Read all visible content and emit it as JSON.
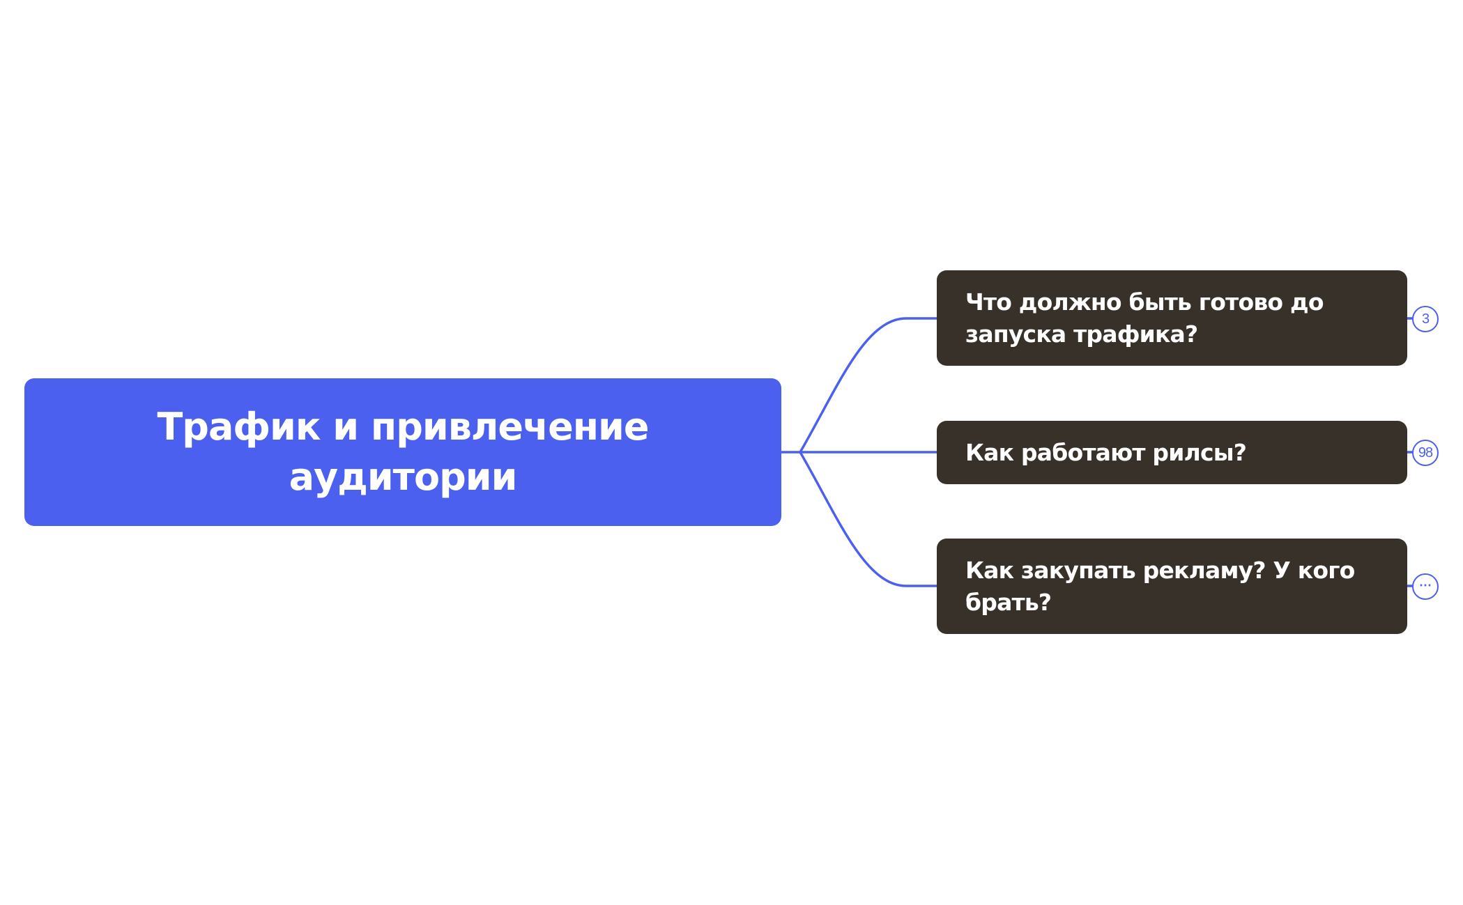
{
  "colors": {
    "root_fill": "#4C60EF",
    "topic_fill": "#37312A",
    "connector": "#4C60EF",
    "badge_stroke": "#4C60EF",
    "background": "#FFFFFF"
  },
  "mindmap": {
    "root": {
      "title": "Трафик и привлечение аудитории"
    },
    "topics": [
      {
        "label": "Что должно быть готово до запуска трафика?",
        "badge": "3",
        "badge_icon": "count-badge"
      },
      {
        "label": "Как работают рилсы?",
        "badge": "98",
        "badge_icon": "count-badge"
      },
      {
        "label": "Как закупать рекламу? У кого брать?",
        "badge": "⋯",
        "badge_icon": "more-dots-icon"
      }
    ]
  }
}
